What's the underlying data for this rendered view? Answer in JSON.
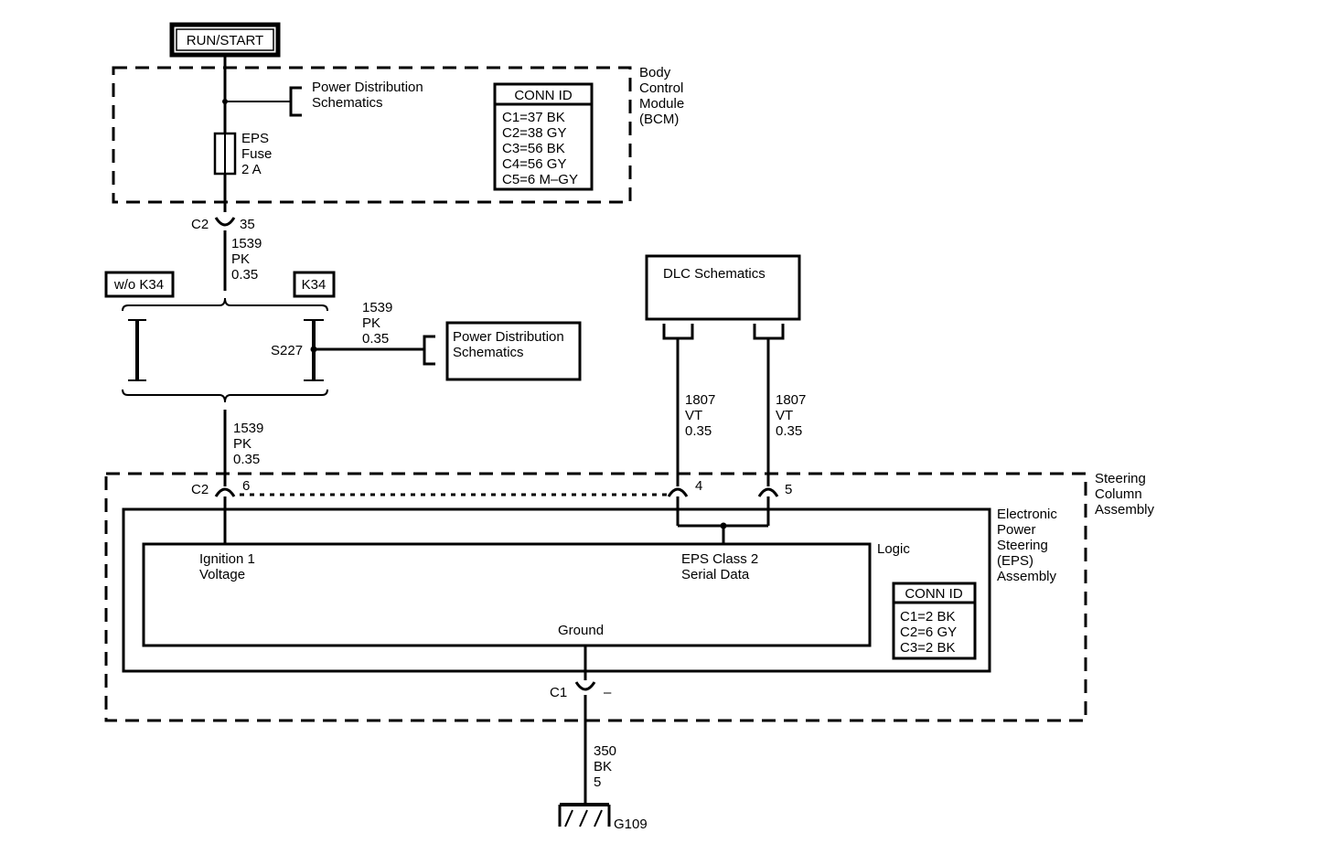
{
  "power": {
    "label": "RUN/START"
  },
  "bcm": {
    "name": [
      "Body",
      "Control",
      "Module",
      "(BCM)"
    ],
    "pds_ref": [
      "Power Distribution",
      "Schematics"
    ],
    "fuse": [
      "EPS",
      "Fuse",
      "2 A"
    ],
    "conn_id_title": "CONN ID",
    "conn_ids": [
      "C1=37 BK",
      "C2=38 GY",
      "C3=56 BK",
      "C4=56 GY",
      "C5=6 M–GY"
    ]
  },
  "bcm_connector": {
    "name": "C2",
    "pin": "35"
  },
  "wire_top": [
    "1539",
    "PK",
    "0.35"
  ],
  "options": {
    "without": "w/o K34",
    "with": "K34"
  },
  "splice": {
    "name": "S227",
    "wire": [
      "1539",
      "PK",
      "0.35"
    ],
    "pds_ref": [
      "Power Distribution",
      "Schematics"
    ]
  },
  "wire_mid": [
    "1539",
    "PK",
    "0.35"
  ],
  "dlc": {
    "label": "DLC Schematics",
    "wire_a": [
      "1807",
      "VT",
      "0.35"
    ],
    "wire_b": [
      "1807",
      "VT",
      "0.35"
    ]
  },
  "column": {
    "name": [
      "Steering",
      "Column",
      "Assembly"
    ]
  },
  "eps_connector": {
    "name": "C2",
    "pin_ign": "6",
    "pin_data_a": "4",
    "pin_data_b": "5"
  },
  "eps": {
    "name": [
      "Electronic",
      "Power",
      "Steering",
      "(EPS)",
      "Assembly"
    ],
    "logic": "Logic",
    "ign": [
      "Ignition 1",
      "Voltage"
    ],
    "data": [
      "EPS Class 2",
      "Serial Data"
    ],
    "ground": "Ground",
    "conn_id_title": "CONN ID",
    "conn_ids": [
      "C1=2 BK",
      "C2=6 GY",
      "C3=2 BK"
    ]
  },
  "ground_connector": {
    "name": "C1",
    "pin": "–"
  },
  "ground_wire": [
    "350",
    "BK",
    "5"
  ],
  "ground_point": "G109"
}
